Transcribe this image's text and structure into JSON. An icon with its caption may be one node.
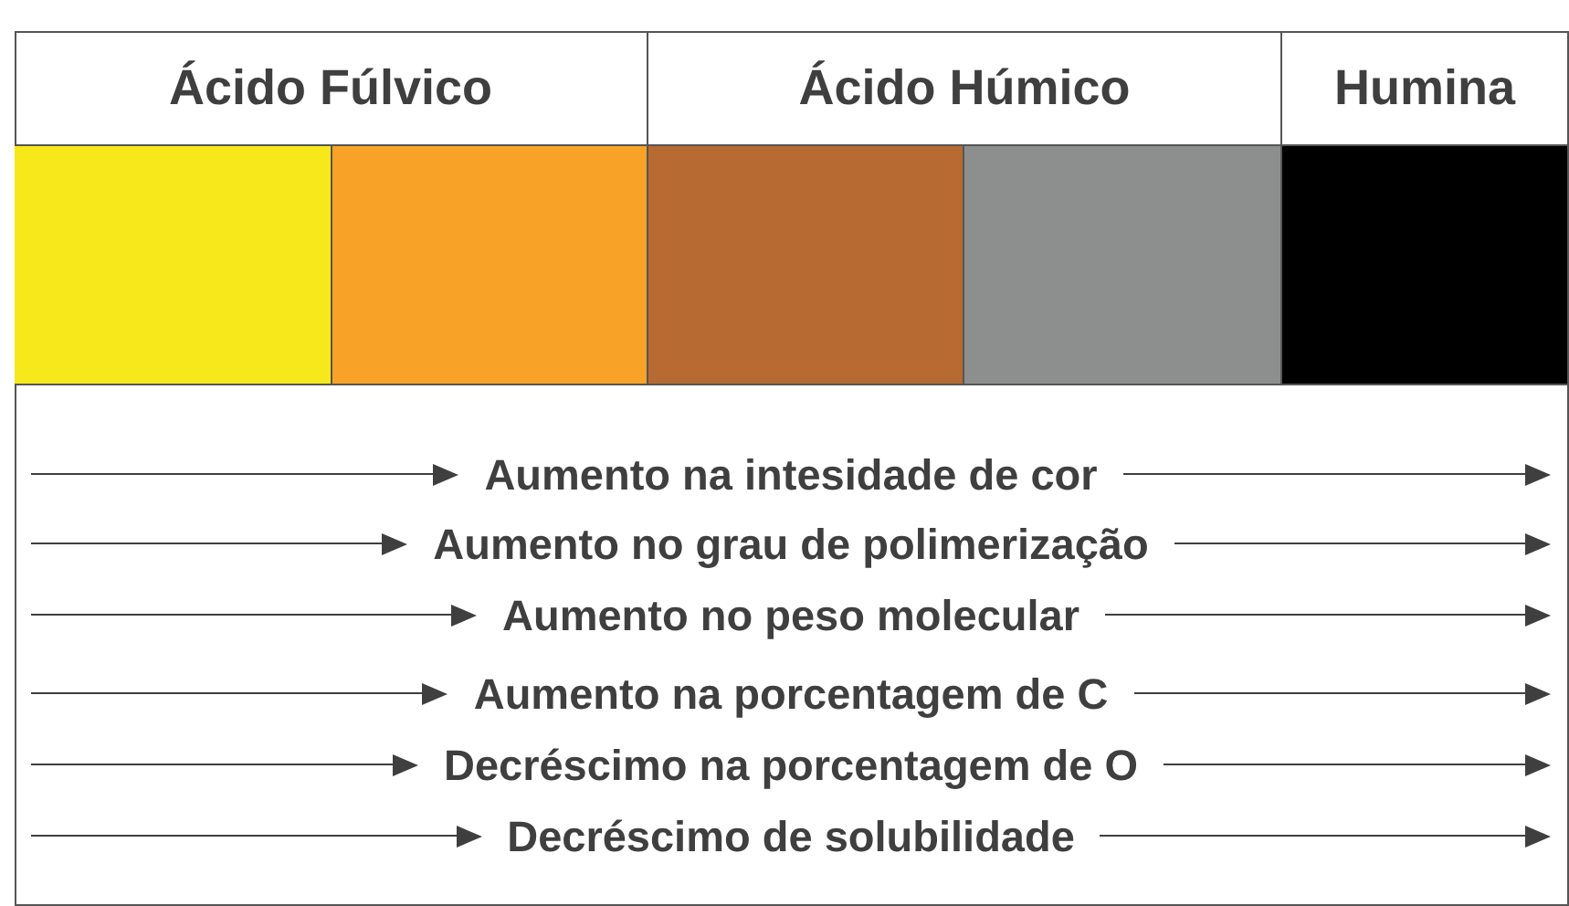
{
  "diagram": {
    "nodes": [
      {
        "text": [
          "Ácido Fúlvico"
        ]
      },
      {
        "text": [
          "Ácido Húmico"
        ]
      },
      {
        "text": [
          "Humina"
        ]
      },
      {
        "text": [],
        "shape": "box"
      },
      {
        "text": [],
        "shape": "box"
      },
      {
        "text": [],
        "shape": "box"
      },
      {
        "text": [],
        "shape": "box"
      },
      {
        "text": [],
        "shape": "box"
      }
    ],
    "edges": [],
    "labels": [
      "Aumento na intesidade de cor",
      "Aumento no grau de polimerização",
      "Aumento no peso molecular",
      "Aumento na porcentagem de C",
      "Decréscimo na porcentagem de O",
      "Decréscimo de solubilidade"
    ]
  }
}
